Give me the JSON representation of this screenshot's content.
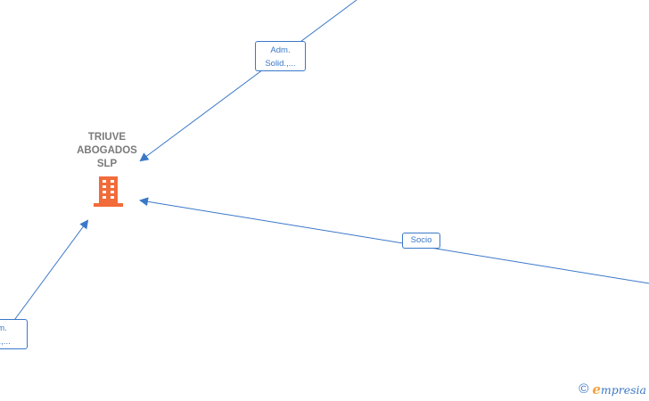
{
  "company": {
    "name": "TRIUVE\nABOGADOS\nSLP",
    "icon": "building-icon",
    "icon_color": "#f26b3a"
  },
  "edges": {
    "top": {
      "label": "Adm.\nSolid.,..."
    },
    "bottom": {
      "label": "m.\nd.,..."
    },
    "right": {
      "label": "Socio"
    }
  },
  "colors": {
    "edge": "#3a78c8",
    "company_text": "#7a7a7a"
  },
  "watermark": {
    "symbol": "©",
    "brand_initial": "e",
    "brand_rest": "mpresia"
  }
}
